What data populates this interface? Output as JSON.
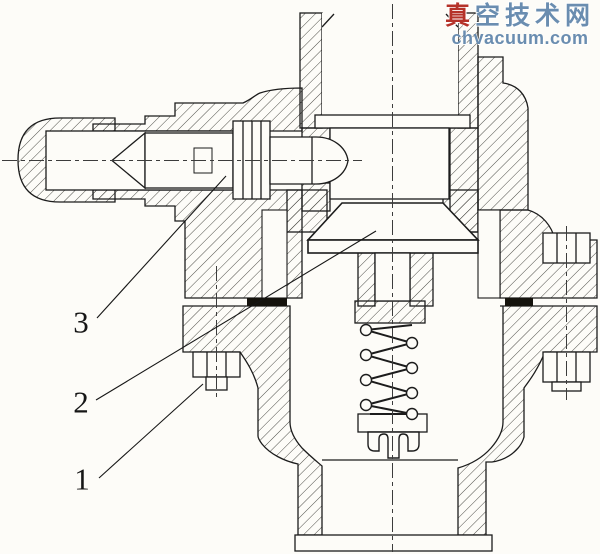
{
  "watermark": {
    "site_name_first": "真",
    "site_name_rest": "空技术网",
    "site_url": "chvacuum.com",
    "color_red": "#b53229",
    "color_blue": "#6a8db0"
  },
  "labels": [
    {
      "text": "3"
    },
    {
      "text": "2"
    },
    {
      "text": "1"
    }
  ],
  "drawing": {
    "type": "sectional technical drawing of a spring-loaded valve with manual plunger",
    "line_color": "#1c1c1c",
    "background": "#fdfcf8",
    "gasket_color": "#15130d"
  }
}
